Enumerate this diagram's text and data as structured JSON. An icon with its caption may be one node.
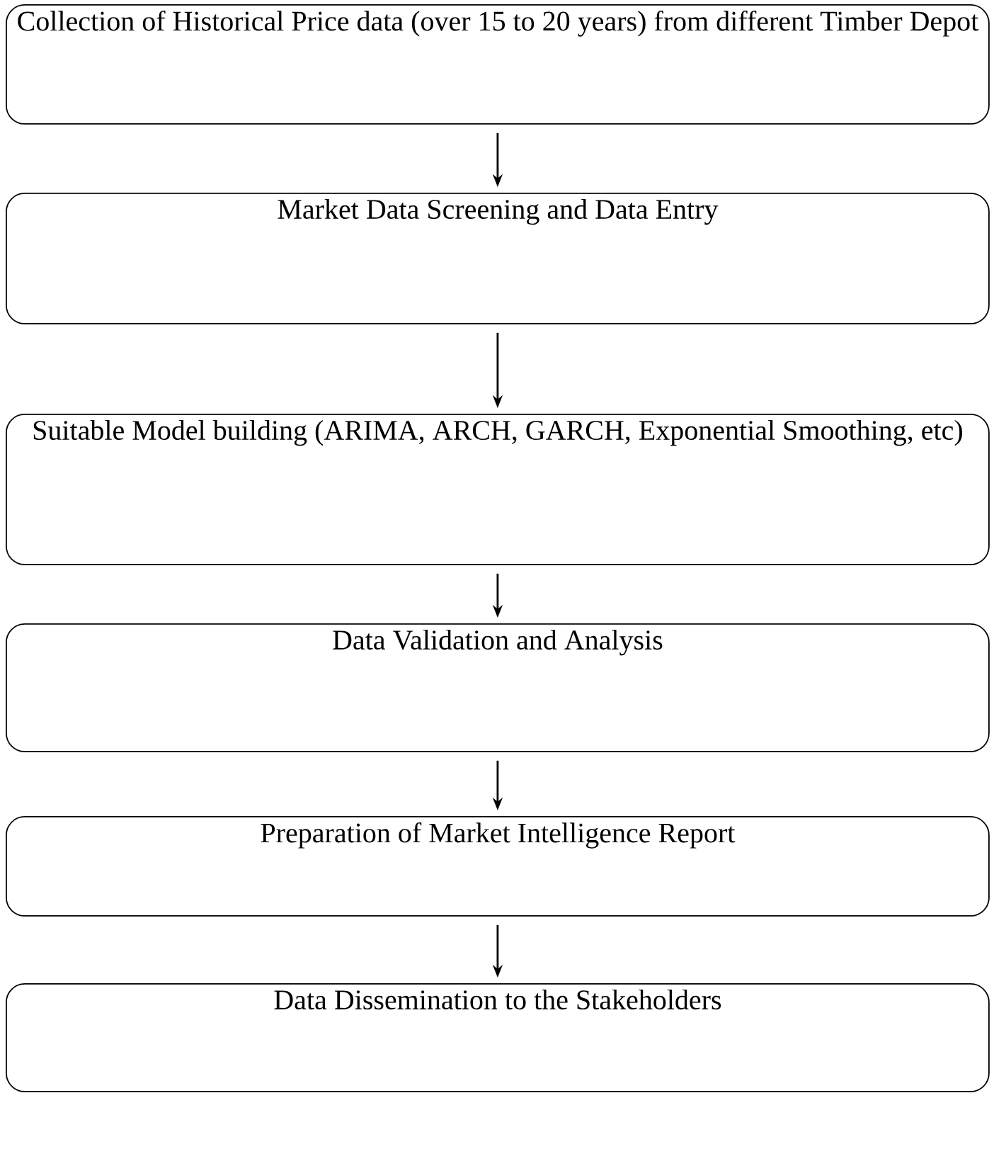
{
  "diagram": {
    "nodes": [
      {
        "text": [
          "Collection of Historical Price data (over 15 to 20 years) from different Timber Depot"
        ]
      },
      {
        "text": [
          "Market Data Screening and Data Entry"
        ]
      },
      {
        "text": [
          "Suitable Model building (ARIMA, ARCH, GARCH, Exponential Smoothing, etc)"
        ]
      },
      {
        "text": [
          "Data Validation and Analysis"
        ]
      },
      {
        "text": [
          "Preparation of Market Intelligence Report"
        ]
      },
      {
        "text": [
          "Data Dissemination to the Stakeholders"
        ]
      }
    ],
    "edges": [
      {
        "from": 0,
        "to": 1,
        "arrow": "to"
      },
      {
        "from": 1,
        "to": 2,
        "arrow": "to"
      },
      {
        "from": 2,
        "to": 3,
        "arrow": "to"
      },
      {
        "from": 3,
        "to": 4,
        "arrow": "to"
      },
      {
        "from": 4,
        "to": 5,
        "arrow": "to"
      }
    ]
  }
}
